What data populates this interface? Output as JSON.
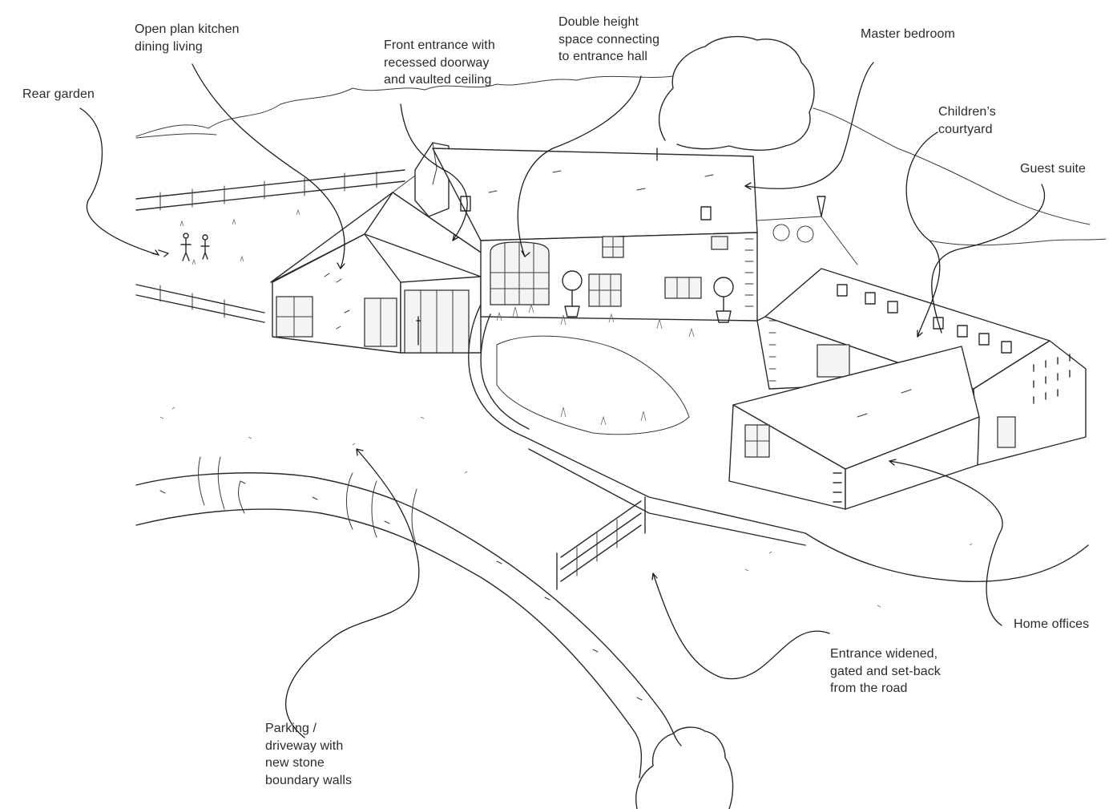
{
  "labels": {
    "rear_garden": "Rear garden",
    "open_plan": "Open plan kitchen\ndining living",
    "front_entrance": "Front entrance with\nrecessed doorway\nand vaulted ceiling",
    "double_height": "Double height\nspace connecting\nto entrance hall",
    "master_bedroom": "Master bedroom",
    "childrens_courtyard": "Children’s\ncourtyard",
    "guest_suite": "Guest suite",
    "home_offices": "Home offices",
    "entrance_widened": "Entrance widened,\ngated and set-back\nfrom the road",
    "parking": "Parking /\ndriveway with\nnew stone\nboundary walls"
  }
}
